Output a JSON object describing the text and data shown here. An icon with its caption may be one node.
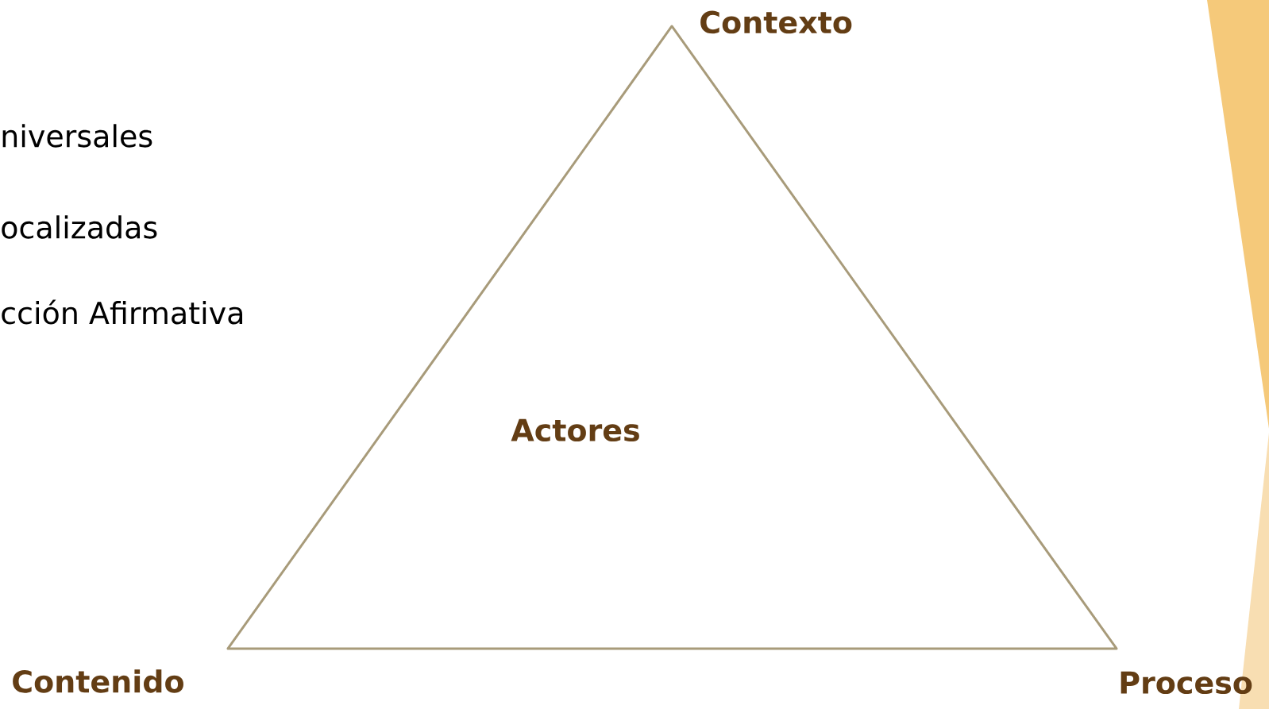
{
  "diagram": {
    "nodes": [
      {
        "text": [
          "Actores"
        ]
      }
    ],
    "labels": [
      "Contexto",
      "niversales",
      "ocalizadas",
      "cción Afirmativa",
      "Contenido",
      "Proceso"
    ]
  }
}
